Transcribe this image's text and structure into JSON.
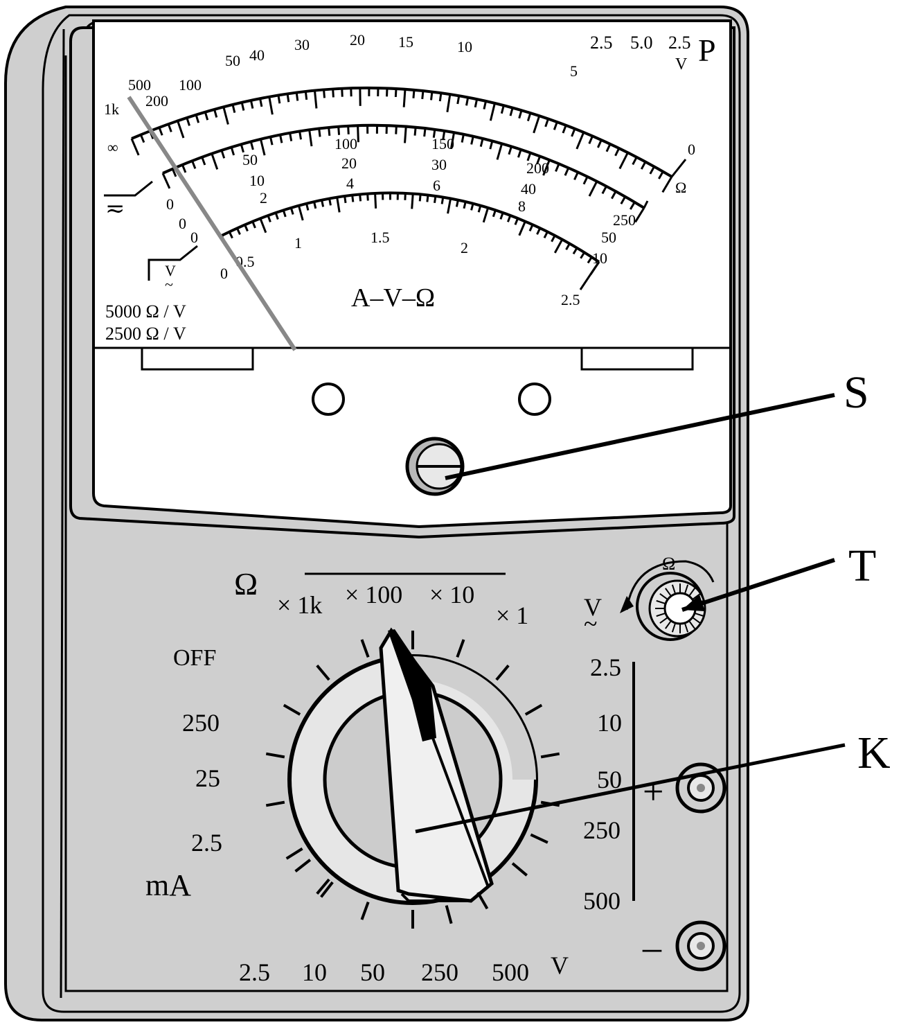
{
  "callouts": {
    "s": "S",
    "t": "T",
    "k": "K"
  },
  "meter": {
    "omega_scale": [
      "1k",
      "500",
      "200",
      "100",
      "50",
      "40",
      "30",
      "20",
      "15",
      "10",
      "5",
      "0"
    ],
    "infinity": "∞",
    "omega_unit": "Ω",
    "dc_marks": [
      "0",
      "50",
      "100",
      "150",
      "200",
      "250"
    ],
    "dc_marks_b": [
      "0",
      "10",
      "20",
      "30",
      "40",
      "50"
    ],
    "dc_marks_c": [
      "0",
      "2",
      "4",
      "6",
      "8",
      "10"
    ],
    "ac_marks": [
      "0",
      "0.5",
      "1",
      "1.5",
      "2",
      "2.5"
    ],
    "dc_symbol": "≂",
    "v_symbol": "V",
    "ac_tilde": "~",
    "brand": "A–V–Ω",
    "sens_dc": "5000  Ω / V",
    "sens_ac": "2500  Ω / V",
    "class_marks": {
      "dc": "2.5",
      "ac": "5.0",
      "v": "2.5",
      "v_unit": "V",
      "p": "P"
    }
  },
  "selector": {
    "omega_label": "Ω",
    "omega_ranges": [
      "× 1k",
      "× 100",
      "× 10",
      "× 1"
    ],
    "off": "OFF",
    "ma_label": "mA",
    "ma_ranges": [
      "250",
      "25",
      "2.5"
    ],
    "acv_label": "V",
    "acv_tilde": "~",
    "acv_ranges": [
      "2.5",
      "10",
      "50",
      "250",
      "500"
    ],
    "dcv_ranges": [
      "2.5",
      "10",
      "50",
      "250",
      "500"
    ],
    "dcv_label": "V"
  },
  "terminals": {
    "plus": "+",
    "minus": "–"
  },
  "knob_t": {
    "label": "Ω"
  },
  "colors": {
    "body": "#d0d0d0",
    "panel": "#ffffff",
    "needle": "#888888"
  }
}
